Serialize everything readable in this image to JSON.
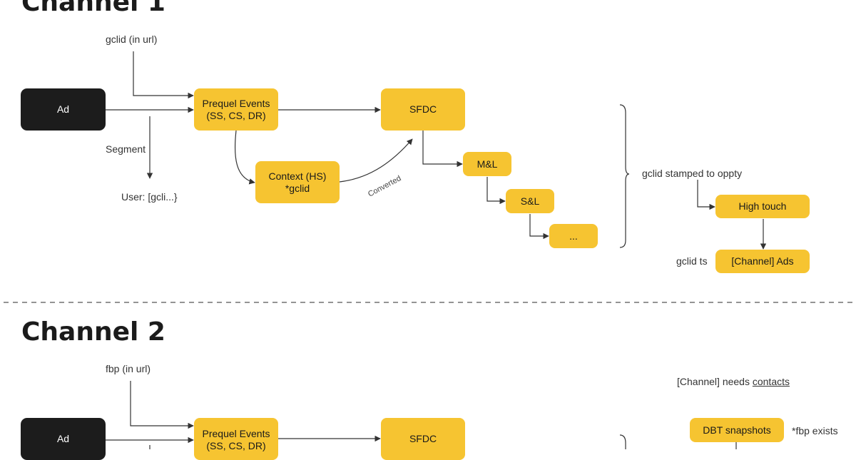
{
  "channel1": {
    "heading": "Channel 1",
    "nodes": {
      "ad": "Ad",
      "prequel": "Prequel Events\n(SS, CS, DR)",
      "sfdc": "SFDC",
      "context": "Context (HS)\n*gclid",
      "ml": "M&L",
      "sl": "S&L",
      "more": "...",
      "high_touch": "High touch",
      "channel_ads": "[Channel] Ads"
    },
    "labels": {
      "gclid_url": "gclid (in url)",
      "segment": "Segment",
      "user": "User: [gcli...}",
      "converted": "Converted",
      "stamped": "gclid stamped to oppty",
      "gclid_ts": "gclid ts"
    }
  },
  "channel2": {
    "heading": "Channel 2",
    "nodes": {
      "ad": "Ad",
      "prequel": "Prequel Events\n(SS, CS, DR)",
      "sfdc": "SFDC",
      "dbt": "DBT snapshots"
    },
    "labels": {
      "fbp_url": "fbp (in url)",
      "needs_prefix": "[Channel] needs ",
      "needs_link": "contacts",
      "fbp_exists": "*fbp exists"
    }
  },
  "colors": {
    "node_yellow": "#f6c431",
    "node_black": "#1c1c1c",
    "line": "#333333",
    "divider": "#555555"
  }
}
